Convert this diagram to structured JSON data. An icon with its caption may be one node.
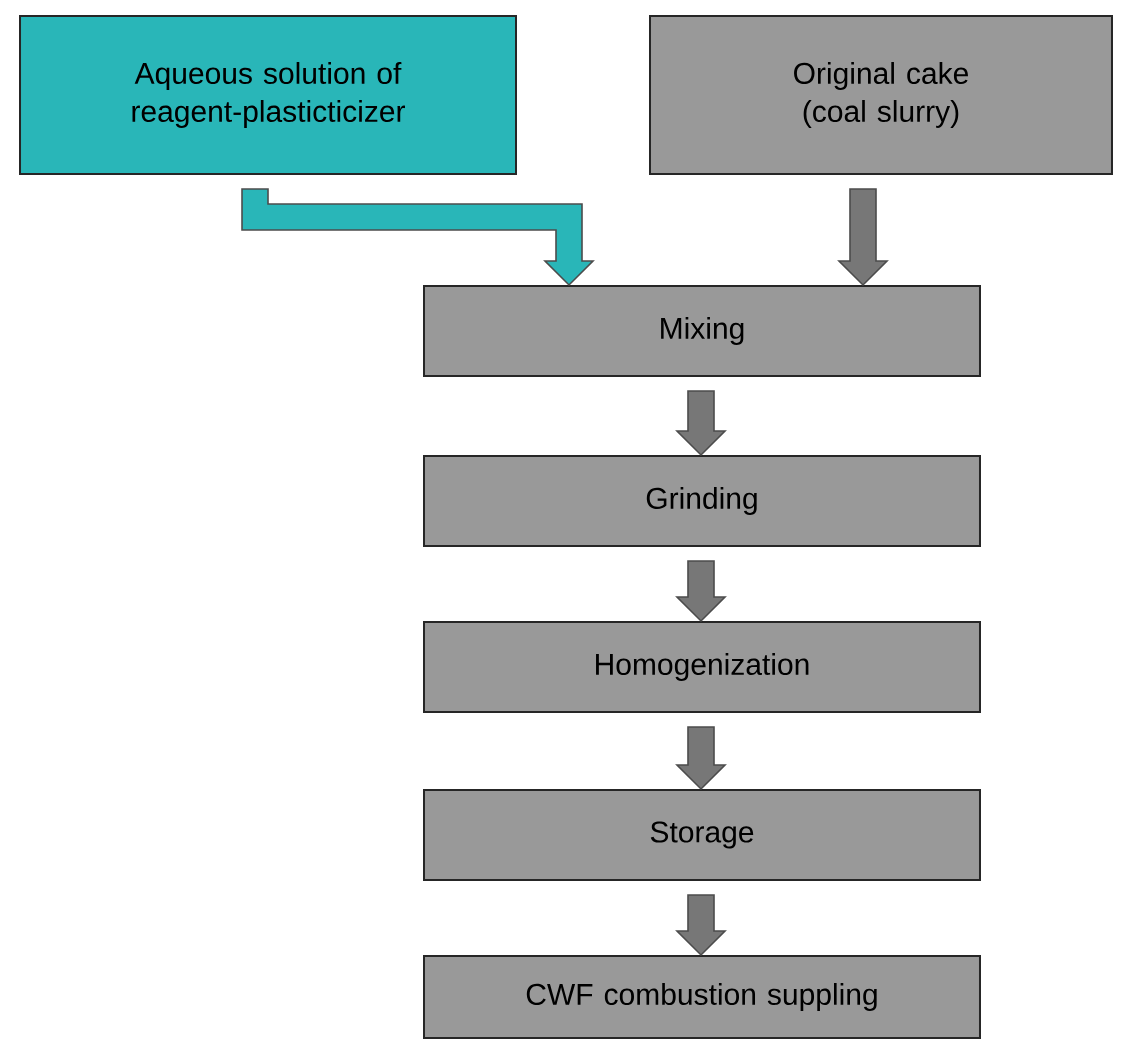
{
  "diagram": {
    "nodes": [
      {
        "text": [
          "Aqueous solution of reagent-plasticticizer"
        ]
      },
      {
        "text": [
          "Original cake (coal slurry)"
        ]
      },
      {
        "text": [
          "Mixing"
        ]
      },
      {
        "text": [
          "Grinding"
        ]
      },
      {
        "text": [
          "Homogenization"
        ]
      },
      {
        "text": [
          "Storage"
        ]
      },
      {
        "text": [
          "CWF combustion suppling"
        ]
      }
    ],
    "edges": [
      {
        "from": 0,
        "to": 2,
        "arrow": "to",
        "color": "#29b6b8"
      },
      {
        "from": 1,
        "to": 2,
        "arrow": "to"
      },
      {
        "from": 2,
        "to": 3,
        "arrow": "to"
      },
      {
        "from": 3,
        "to": 4,
        "arrow": "to"
      },
      {
        "from": 4,
        "to": 5,
        "arrow": "to"
      },
      {
        "from": 5,
        "to": 6,
        "arrow": "to"
      }
    ]
  }
}
